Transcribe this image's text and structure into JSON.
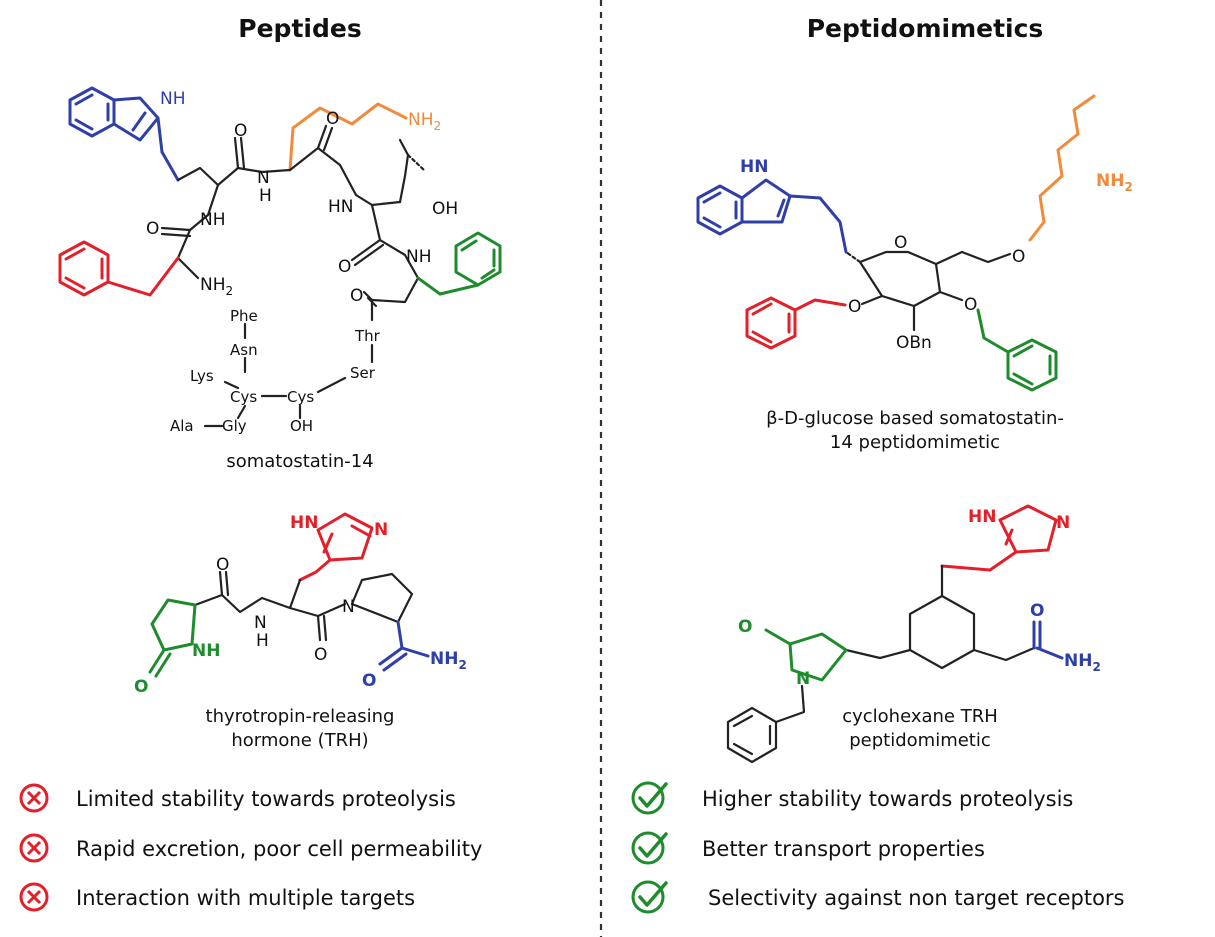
{
  "left": {
    "heading": "Peptides",
    "somatostatin": {
      "name": "somatostatin-14",
      "labels": {
        "nh_indole": "NH",
        "nh2_lys": "NH",
        "nh2_lys_sub": "2",
        "o1": "O",
        "nh_a": "N",
        "nh_a_h": "H",
        "o2": "O",
        "hn_b": "HN",
        "oh_thr": "OH",
        "o3": "O",
        "nh_c": "NH",
        "o4": "O",
        "nh_d": "NH",
        "o5": "O",
        "nh2_phe": "NH",
        "nh2_phe_sub": "2"
      },
      "residues": {
        "phe": "Phe",
        "asn": "Asn",
        "lys": "Lys",
        "cys1": "Cys",
        "cys2": "Cys",
        "ala": "Ala",
        "gly": "Gly",
        "oh": "OH",
        "ser": "Ser",
        "thr": "Thr"
      }
    },
    "trh": {
      "name_line1": "thyrotropin-releasing",
      "name_line2": "hormone (TRH)",
      "labels": {
        "hn_im": "HN",
        "n_im": "N",
        "o_a": "O",
        "nh_amide": "N",
        "nh_amide_h": "H",
        "o_b": "O",
        "n_pro": "N",
        "nh_pyro": "NH",
        "o_pyro": "O",
        "nh2": "NH",
        "nh2_sub": "2",
        "o_c": "O"
      }
    },
    "bullets": [
      "Limited stability towards proteolysis",
      "Rapid excretion, poor cell permeability",
      "Interaction with multiple targets"
    ]
  },
  "right": {
    "heading": "Peptidomimetics",
    "glucose": {
      "name_line1": "β-D-glucose based somatostatin-",
      "name_line2": "14 peptidomimetic",
      "labels": {
        "hn_indole": "HN",
        "nh2": "NH",
        "nh2_sub": "2",
        "o_ring": "O",
        "o_chain": "O",
        "o_left": "O",
        "o_right": "O",
        "obn": "OBn"
      }
    },
    "cyclohexane": {
      "name_line1": "cyclohexane TRH",
      "name_line2": "peptidomimetic",
      "labels": {
        "hn_im": "HN",
        "n_im": "N",
        "o_lact": "O",
        "n_lact": "N",
        "o_amide": "O",
        "nh2": "NH",
        "nh2_sub": "2"
      }
    },
    "bullets": [
      "Higher stability towards proteolysis",
      "Better transport properties",
      "Selectivity against non target receptors"
    ]
  },
  "colors": {
    "blue": "#2f3fa8",
    "red": "#e3202a",
    "orange": "#f28a3c",
    "green": "#1e8c2c",
    "cross": "#e3202a",
    "check": "#1e8c2c"
  }
}
